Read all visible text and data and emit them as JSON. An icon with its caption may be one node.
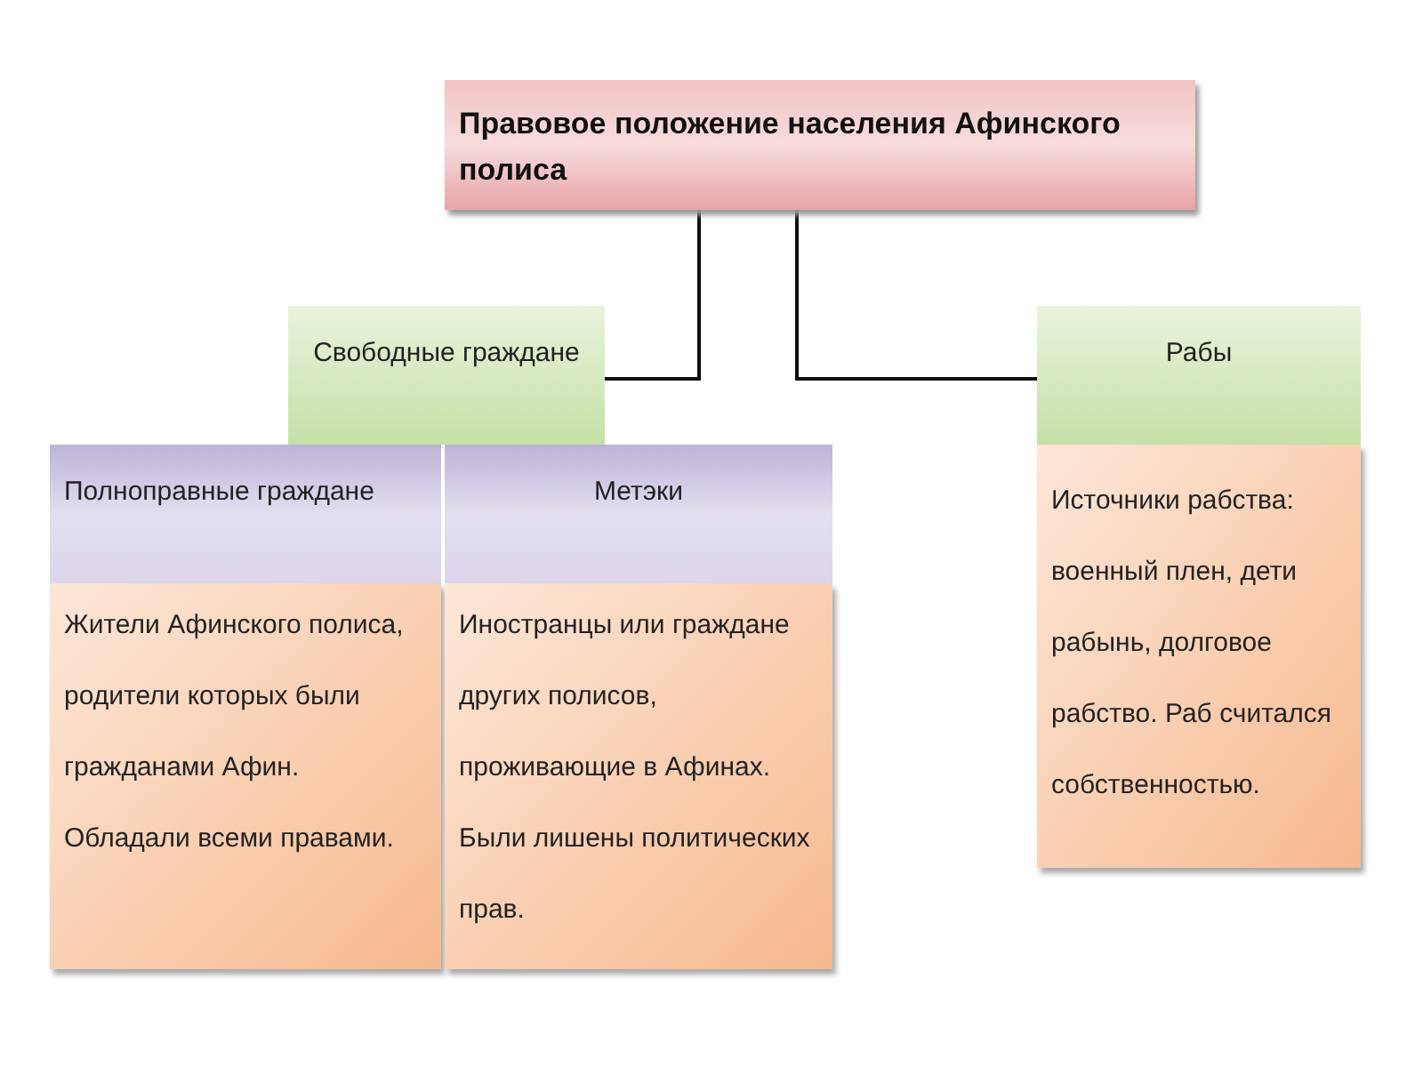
{
  "diagram": {
    "nodes": [
      {
        "text": [
          "Правовое положение населения Афинского полиса"
        ]
      },
      {
        "text": [
          "Свободные граждане"
        ]
      },
      {
        "text": [
          "Полноправные граждане"
        ]
      },
      {
        "text": [
          "Жители Афинского полиса, родители которых были гражданами Афин. Обладали всеми правами."
        ]
      },
      {
        "text": [
          "Метэки"
        ]
      },
      {
        "text": [
          "Иностранцы или граждане других полисов, проживающие в Афинах. Были лишены политических прав."
        ]
      },
      {
        "text": [
          "Рабы"
        ]
      },
      {
        "text": [
          "Источники рабства: военный плен, дети рабынь, долговое рабство. Раб считался собственностью."
        ]
      }
    ],
    "edges": [
      {
        "from": 0,
        "to": 1,
        "arrow": "none"
      },
      {
        "from": 0,
        "to": 6,
        "arrow": "none"
      }
    ]
  }
}
